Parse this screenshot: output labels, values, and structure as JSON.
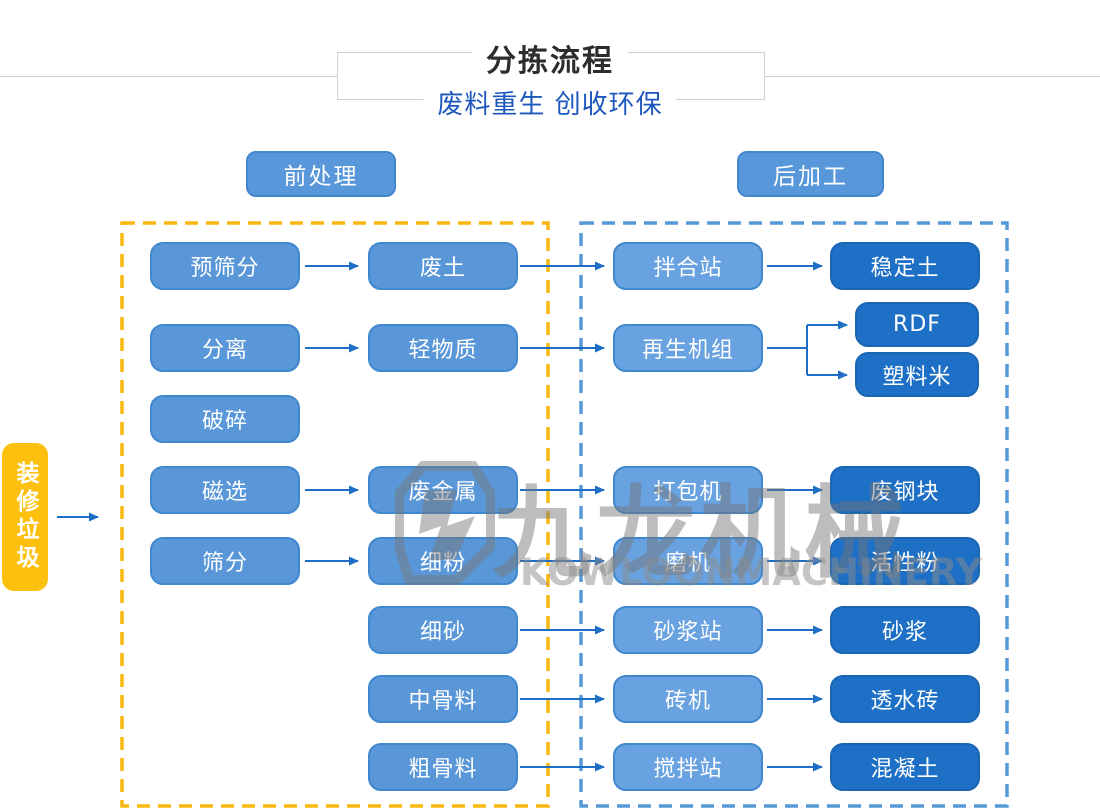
{
  "header": {
    "title": "分拣流程",
    "subtitle": "废料重生 创收环保"
  },
  "sections": {
    "pre_label": "前处理",
    "post_label": "后加工"
  },
  "source": {
    "label": "装修垃圾"
  },
  "flow": {
    "col1": [
      {
        "label": "预筛分"
      },
      {
        "label": "分离"
      },
      {
        "label": "破碎"
      },
      {
        "label": "磁选"
      },
      {
        "label": "筛分"
      }
    ],
    "col2": [
      {
        "label": "废土"
      },
      {
        "label": "轻物质"
      },
      {
        "label": "废金属"
      },
      {
        "label": "细粉"
      },
      {
        "label": "细砂"
      },
      {
        "label": "中骨料"
      },
      {
        "label": "粗骨料"
      }
    ],
    "col3": [
      {
        "label": "拌合站"
      },
      {
        "label": "再生机组"
      },
      {
        "label": "打包机"
      },
      {
        "label": "磨机"
      },
      {
        "label": "砂浆站"
      },
      {
        "label": "砖机"
      },
      {
        "label": "搅拌站"
      }
    ],
    "col4": [
      {
        "label": "稳定土"
      },
      {
        "label": "RDF"
      },
      {
        "label": "塑料米"
      },
      {
        "label": "废钢块"
      },
      {
        "label": "活性粉"
      },
      {
        "label": "砂浆"
      },
      {
        "label": "透水砖"
      },
      {
        "label": "混凝土"
      }
    ]
  },
  "watermark": {
    "cjk": "九龙机械",
    "latin": "KOWLOONMACHINERY"
  },
  "colors": {
    "node_light": "#5a97d8",
    "node_mid": "#69a2e1",
    "node_dark": "#1d70c5",
    "source_yellow": "#fec00f",
    "dashed_yellow": "#f9b710",
    "dashed_blue": "#5799d7",
    "arrow_blue": "#1e6ec6",
    "subtitle_blue": "#1c57be",
    "title_dark": "#2d2d2d"
  }
}
